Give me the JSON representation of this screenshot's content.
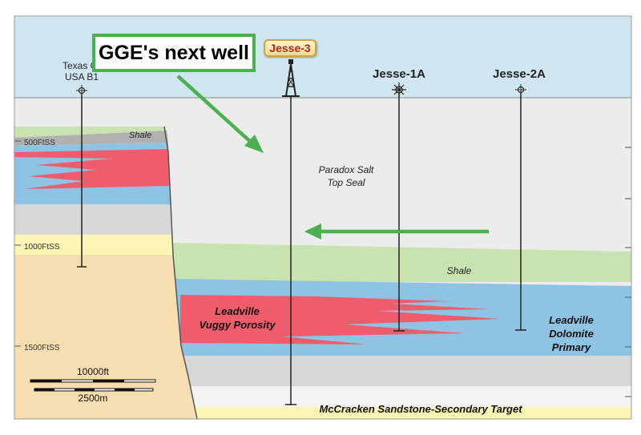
{
  "callout": {
    "text": "GGE's next well"
  },
  "wells": {
    "jesse3": "Jesse-3",
    "jesse1a": "Jesse-1A",
    "jesse2a": "Jesse-2A",
    "texas_line1": "Texas O",
    "texas_line2": "USA B1"
  },
  "depths": {
    "d500": "500FtSS",
    "d1000": "1000FtSS",
    "d1500": "1500FtSS"
  },
  "layers": {
    "shale_upper": "Shale",
    "salt_line1": "Paradox Salt",
    "salt_line2": "Top Seal",
    "shale_lower": "Shale",
    "porosity_line1": "Leadville",
    "porosity_line2": "Vuggy Porosity",
    "dolomite_line1": "Leadville",
    "dolomite_line2": "Dolomite",
    "dolomite_line3": "Primary",
    "sandstone": "McCracken Sandstone-Secondary Target"
  },
  "scale": {
    "top_label": "10000ft",
    "bottom_label": "2500m"
  },
  "colors": {
    "sky": "#cfe6f1",
    "salt": "#ececec",
    "shale": "#c9e3b0",
    "blue": "#8fc3e3",
    "red": "#ef5d6c",
    "sand": "#f6deb0",
    "yellow": "#fbf6b4",
    "gray": "#d7d7d7",
    "arrow": "#4caf50",
    "jesse3_text": "#b5281b"
  }
}
